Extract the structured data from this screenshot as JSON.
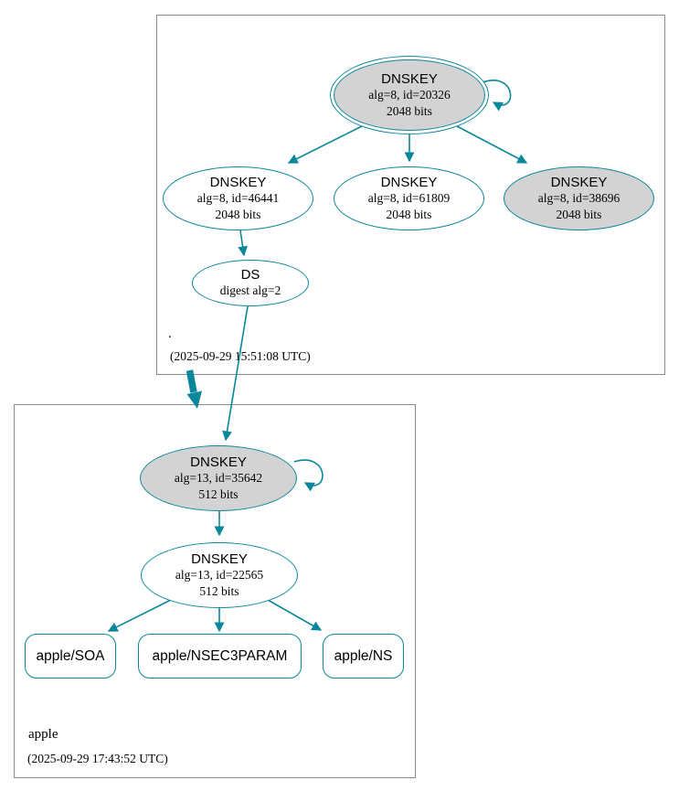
{
  "colors": {
    "edge": "#0a879a",
    "node_fill_gray": "#d3d3d3",
    "node_fill_white": "#ffffff",
    "cluster_border": "#8a8a8a",
    "text": "#000000"
  },
  "clusters": {
    "root": {
      "label": ".",
      "timestamp": "(2025-09-29 15:51:08 UTC)"
    },
    "apple": {
      "label": "apple",
      "timestamp": "(2025-09-29 17:43:52 UTC)"
    }
  },
  "nodes": {
    "key20326": {
      "title": "DNSKEY",
      "line1": "alg=8, id=20326",
      "line2": "2048 bits"
    },
    "key46441": {
      "title": "DNSKEY",
      "line1": "alg=8, id=46441",
      "line2": "2048 bits"
    },
    "key61809": {
      "title": "DNSKEY",
      "line1": "alg=8, id=61809",
      "line2": "2048 bits"
    },
    "key38696": {
      "title": "DNSKEY",
      "line1": "alg=8, id=38696",
      "line2": "2048 bits"
    },
    "dsRoot": {
      "title": "DS",
      "line1": "digest alg=2"
    },
    "key35642": {
      "title": "DNSKEY",
      "line1": "alg=13, id=35642",
      "line2": "512 bits"
    },
    "key22565": {
      "title": "DNSKEY",
      "line1": "alg=13, id=22565",
      "line2": "512 bits"
    },
    "rrSoa": {
      "label": "apple/SOA"
    },
    "rrNsec3": {
      "label": "apple/NSEC3PARAM"
    },
    "rrNs": {
      "label": "apple/NS"
    }
  }
}
